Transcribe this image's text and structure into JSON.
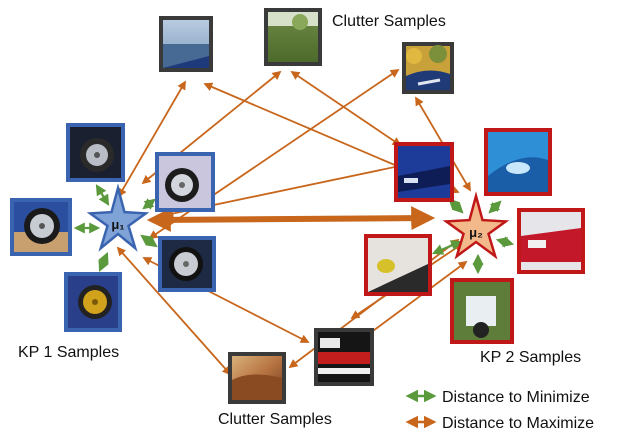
{
  "labels": {
    "clutter_top": "Clutter Samples",
    "clutter_bottom": "Clutter Samples",
    "kp1": "KP 1 Samples",
    "kp2": "KP 2 Samples",
    "mu1": "μ₁",
    "mu2": "μ₂"
  },
  "legend": {
    "minimize": "Distance to Minimize",
    "maximize": "Distance to Maximize"
  },
  "colors": {
    "minimize": "#5a9a3c",
    "maximize": "#c8661c",
    "kp1_star": "#7fa3d6",
    "kp1_border": "#3a64b0",
    "kp2_star": "#f4b98a",
    "kp2_border": "#c01818",
    "clutter_border": "#3a3a3a"
  },
  "icons": {
    "kp1_samples": [
      "wheel-photo",
      "wheel-photo",
      "wheel-photo",
      "gold-wheel-photo",
      "wheel-photo",
      "wheel-photo"
    ],
    "kp2_samples": [
      "blue-car-front-photo",
      "blue-car-detail-photo",
      "red-car-photo",
      "headlight-photo",
      "scooter-photo"
    ],
    "clutter_samples": [
      "sea-photo",
      "grass-photo",
      "autumn-car-photo",
      "red-white-car-photo",
      "rock-photo"
    ]
  }
}
